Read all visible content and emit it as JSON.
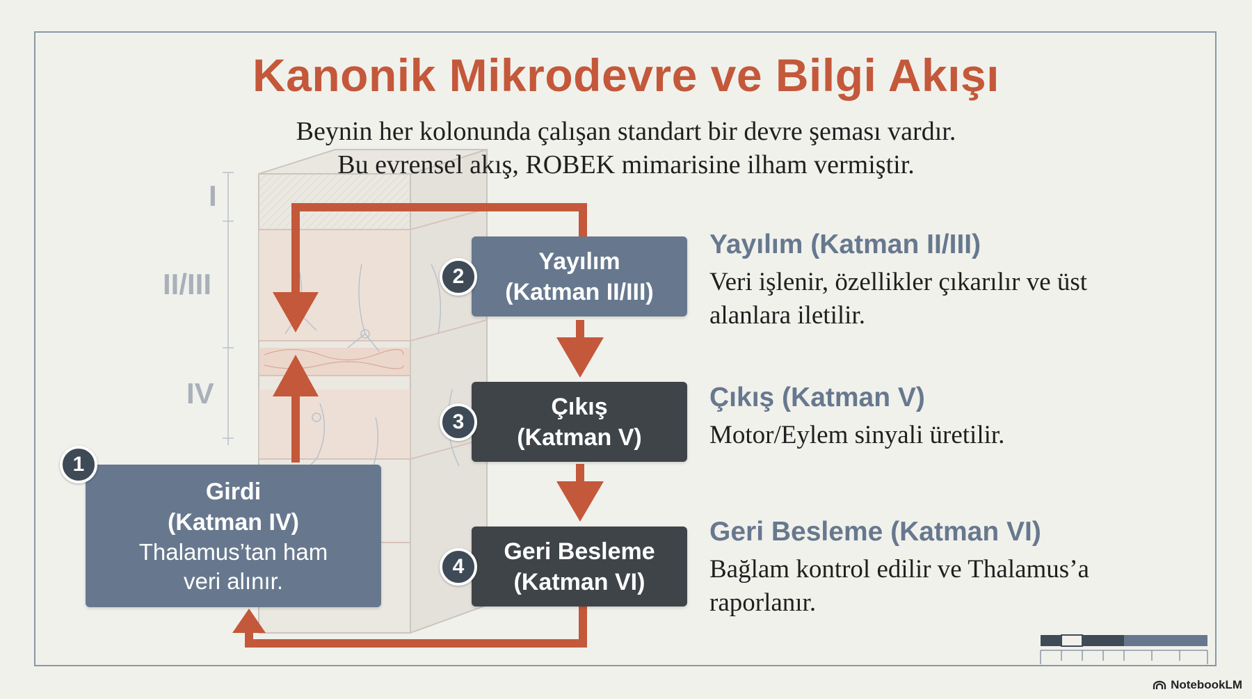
{
  "title": "Kanonik Mikrodevre ve Bilgi Akışı",
  "subtitle": [
    "Beynin her kolonunda çalışan standart bir devre şeması vardır.",
    "Bu evrensel akış, ROBEK mimarisine ilham vermiştir."
  ],
  "layer_labels": [
    "I",
    "II/III",
    "IV"
  ],
  "steps": [
    {
      "number": "1",
      "line1": "Girdi",
      "line2": "(Katman IV)",
      "desc1": "Thalamus’tan ham",
      "desc2": "veri alınır."
    },
    {
      "number": "2",
      "line1": "Yayılım",
      "line2": "(Katman II/III)"
    },
    {
      "number": "3",
      "line1": "Çıkış",
      "line2": "(Katman V)"
    },
    {
      "number": "4",
      "line1": "Geri Besleme",
      "line2": "(Katman VI)"
    }
  ],
  "descriptions": [
    {
      "title": "Yayılım (Katman II/III)",
      "text": "Veri işlenir, özellikler çıkarılır ve üst alanlara iletilir."
    },
    {
      "title": "Çıkış (Katman V)",
      "text": "Motor/Eylem sinyali üretilir."
    },
    {
      "title": "Geri Besleme (Katman VI)",
      "text": "Bağlam kontrol edilir ve Thalamus’a raporlanır."
    }
  ],
  "colors": {
    "accent": "#c4583a",
    "box_blue": "#67788e",
    "box_dark": "#3f4449",
    "arrow": "#c4583a"
  },
  "logo": {
    "icon": "notebooklm-icon",
    "text": "NotebookLM"
  }
}
